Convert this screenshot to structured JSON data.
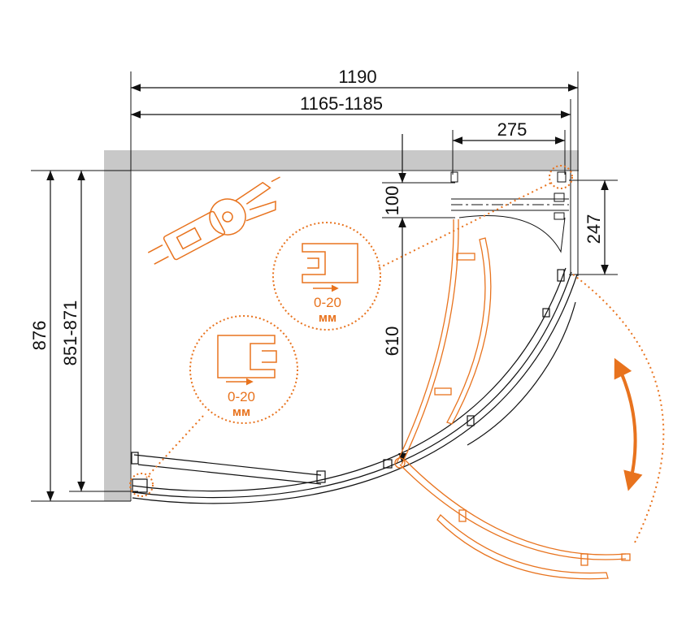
{
  "dimensions": {
    "total_width": "1190",
    "adjust_width": "1165-1185",
    "side_offset": "275",
    "top_depth": "100",
    "inner_depth": "610",
    "right_depth": "247",
    "total_height": "876",
    "adjust_height": "851-871"
  },
  "details": {
    "upper_range": "0-20",
    "upper_unit": "мм",
    "lower_range": "0-20",
    "lower_unit": "мм"
  },
  "colors": {
    "accent": "#e8731e",
    "wall": "#c8c8c8",
    "line": "#111111"
  }
}
